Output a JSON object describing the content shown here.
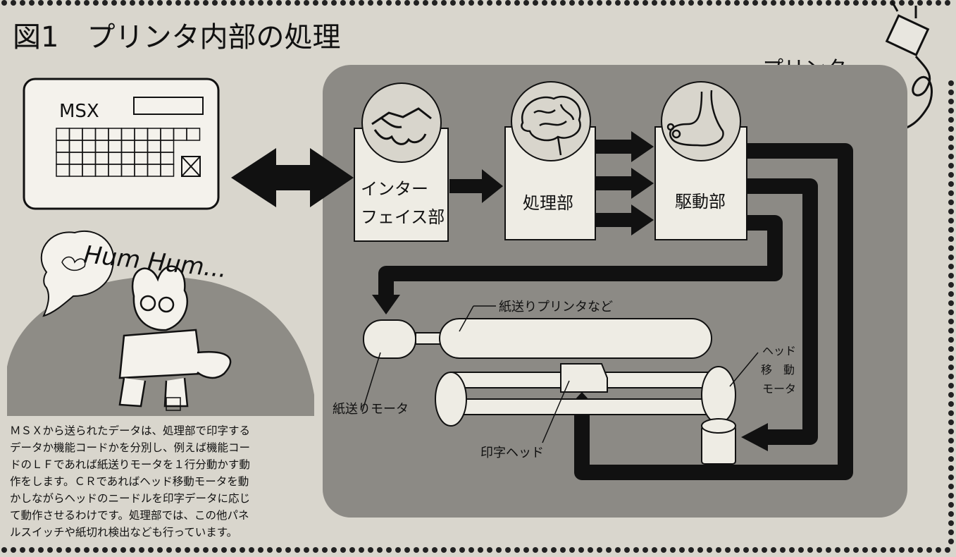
{
  "figure": {
    "title": "図1　プリンタ内部の処理",
    "printer_label": "プリンタ"
  },
  "computer": {
    "label": "MSX"
  },
  "blocks": {
    "interface": [
      "インター",
      "フェイス部"
    ],
    "processing": "処理部",
    "drive": "駆動部"
  },
  "mechanism": {
    "platen_label": "紙送りプリンタなど",
    "paper_feed_motor": "紙送りモータ",
    "head_move_motor": [
      "ヘッド",
      "移　動",
      "モータ"
    ],
    "print_head": "印字ヘッド"
  },
  "cartoon": {
    "caption": "Hum Hum..."
  },
  "description": [
    "ＭＳＸから送られたデータは、処理部で印字する",
    "データか機能コードかを分別し、例えば機能コー",
    "ドのＬＦであれば紙送りモータを１行分動かす動",
    "作をします。ＣＲであればヘッド移動モータを動",
    "かしながらヘッドのニードルを印字データに応じ",
    "て動作させるわけです。処理部では、この他パネ",
    "ルスイッチや紙切れ検出なども行っています。"
  ]
}
